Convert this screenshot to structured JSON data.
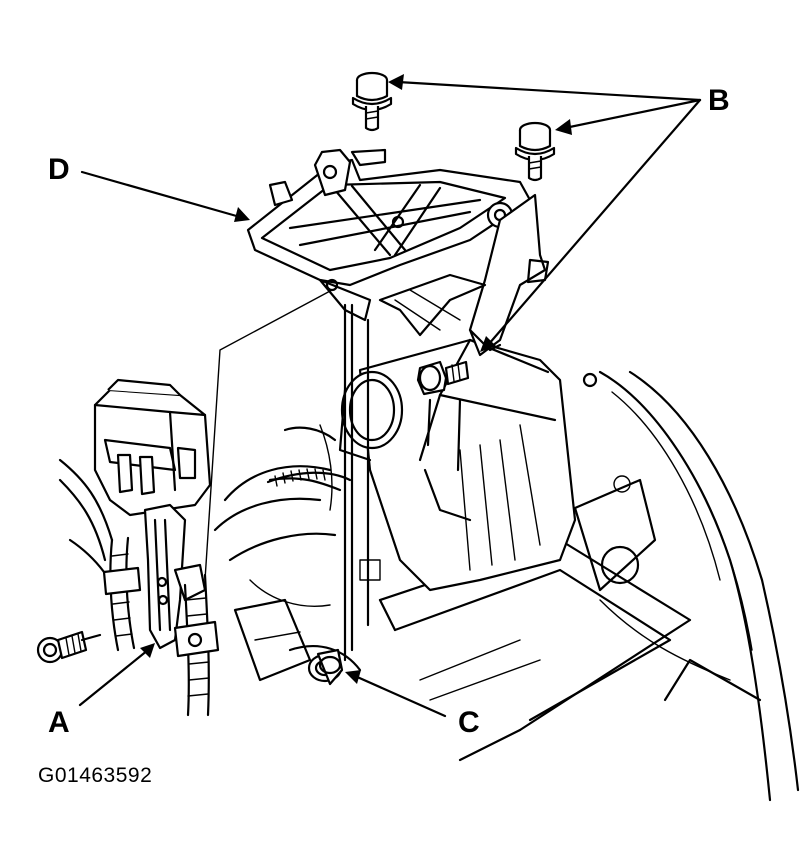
{
  "labels": {
    "A": "A",
    "B": "B",
    "C": "C",
    "D": "D"
  },
  "figure_id": "G01463592"
}
